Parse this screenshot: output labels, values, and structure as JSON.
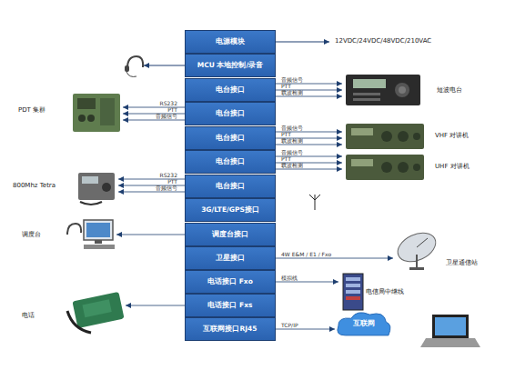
{
  "diagram": {
    "nodes": [
      {
        "text": [
          "电源模块"
        ]
      },
      {
        "text": [
          "MCU 本地控制/录音"
        ]
      },
      {
        "text": [
          "电台接口"
        ]
      },
      {
        "text": [
          "电台接口"
        ]
      },
      {
        "text": [
          "电台接口"
        ]
      },
      {
        "text": [
          "电台接口"
        ]
      },
      {
        "text": [
          "电台接口"
        ]
      },
      {
        "text": [
          "3G/LTE/GPS接口"
        ]
      },
      {
        "text": [
          "调度台接口"
        ]
      },
      {
        "text": [
          "卫星接口"
        ]
      },
      {
        "text": [
          "电话接口 Fxo"
        ]
      },
      {
        "text": [
          "电话接口 Fxs"
        ]
      },
      {
        "text": [
          "互联网接口RJ45"
        ]
      },
      {
        "text": [
          "短波电台"
        ]
      },
      {
        "text": [
          "PDT 集群"
        ]
      },
      {
        "text": [
          "VHF 对讲机"
        ]
      },
      {
        "text": [
          "UHF 对讲机"
        ]
      },
      {
        "text": [
          "800Mhz Tetra"
        ]
      },
      {
        "text": [
          "调度台"
        ]
      },
      {
        "text": [
          "卫星通信站"
        ]
      },
      {
        "text": [
          "电信局中继线"
        ]
      },
      {
        "text": [
          "电话"
        ]
      },
      {
        "text": [
          "互联网"
        ]
      }
    ],
    "edges": [
      {
        "from": 2,
        "to": 13,
        "label": "音频信号",
        "arrow": "to"
      },
      {
        "from": 2,
        "to": 13,
        "label": "PTT",
        "arrow": "to"
      },
      {
        "from": 2,
        "to": 13,
        "label": "载波检测",
        "arrow": "to"
      },
      {
        "from": 3,
        "to": 14,
        "label": "RS232",
        "arrow": "to"
      },
      {
        "from": 3,
        "to": 14,
        "label": "PTT",
        "arrow": "to"
      },
      {
        "from": 3,
        "to": 14,
        "label": "音频信号",
        "arrow": "to"
      },
      {
        "from": 4,
        "to": 15,
        "label": "音频信号",
        "arrow": "to"
      },
      {
        "from": 4,
        "to": 15,
        "label": "PTT",
        "arrow": "to"
      },
      {
        "from": 4,
        "to": 15,
        "label": "载波检测",
        "arrow": "to"
      },
      {
        "from": 5,
        "to": 16,
        "label": "音频信号",
        "arrow": "to"
      },
      {
        "from": 5,
        "to": 16,
        "label": "PTT",
        "arrow": "to"
      },
      {
        "from": 5,
        "to": 16,
        "label": "载波检测",
        "arrow": "to"
      },
      {
        "from": 6,
        "to": 17,
        "label": "RS232",
        "arrow": "to"
      },
      {
        "from": 6,
        "to": 17,
        "label": "PTT",
        "arrow": "to"
      },
      {
        "from": 6,
        "to": 17,
        "label": "音频信号",
        "arrow": "to"
      },
      {
        "from": 8,
        "to": 18,
        "arrow": "to"
      },
      {
        "from": 9,
        "to": 19,
        "label": "4W E&M / E1 / Fxo",
        "arrow": "to"
      },
      {
        "from": 10,
        "to": 20,
        "label": "模拟线",
        "arrow": "to"
      },
      {
        "from": 11,
        "to": 21,
        "arrow": "to"
      },
      {
        "from": 12,
        "to": 22,
        "label": "TCP/IP",
        "arrow": "to"
      }
    ],
    "labels": [
      "12VDC/24VDC/48VDC/210VAC"
    ]
  }
}
